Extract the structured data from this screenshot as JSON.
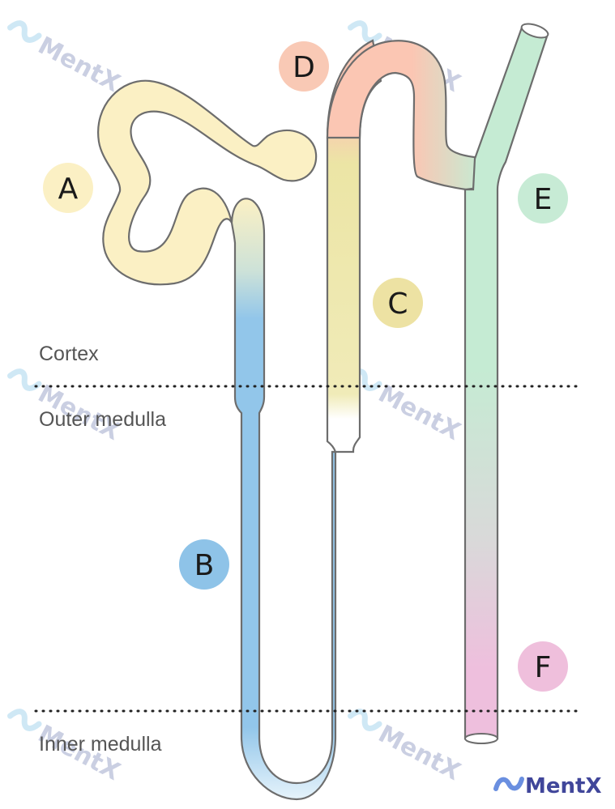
{
  "regions": {
    "cortex": "Cortex",
    "outer_medulla": "Outer medulla",
    "inner_medulla": "Inner medulla"
  },
  "markers": [
    {
      "label": "A",
      "color": "#fbf0c4"
    },
    {
      "label": "B",
      "color": "#8ec3e8"
    },
    {
      "label": "C",
      "color": "#ede2a3"
    },
    {
      "label": "D",
      "color": "#f9c9b5"
    },
    {
      "label": "E",
      "color": "#c7ebd5"
    },
    {
      "label": "F",
      "color": "#efbfdc"
    }
  ],
  "segment_colors": {
    "proximal_tubule": "#fbf0c4",
    "descending_limb": "#92c6ea",
    "ascending_limb": "#ece5a5",
    "distal_tubule": "#fbc6b3",
    "collecting_duct": "#c5ebd3",
    "inner_collecting_duct": "#eebfdd",
    "outline": "#6d6d6d"
  },
  "watermark": {
    "text": "MentX",
    "color": "#b9bfd9"
  },
  "brand": {
    "text": "MentX",
    "icon": "mentx-logo-icon",
    "color": "#40469a"
  }
}
